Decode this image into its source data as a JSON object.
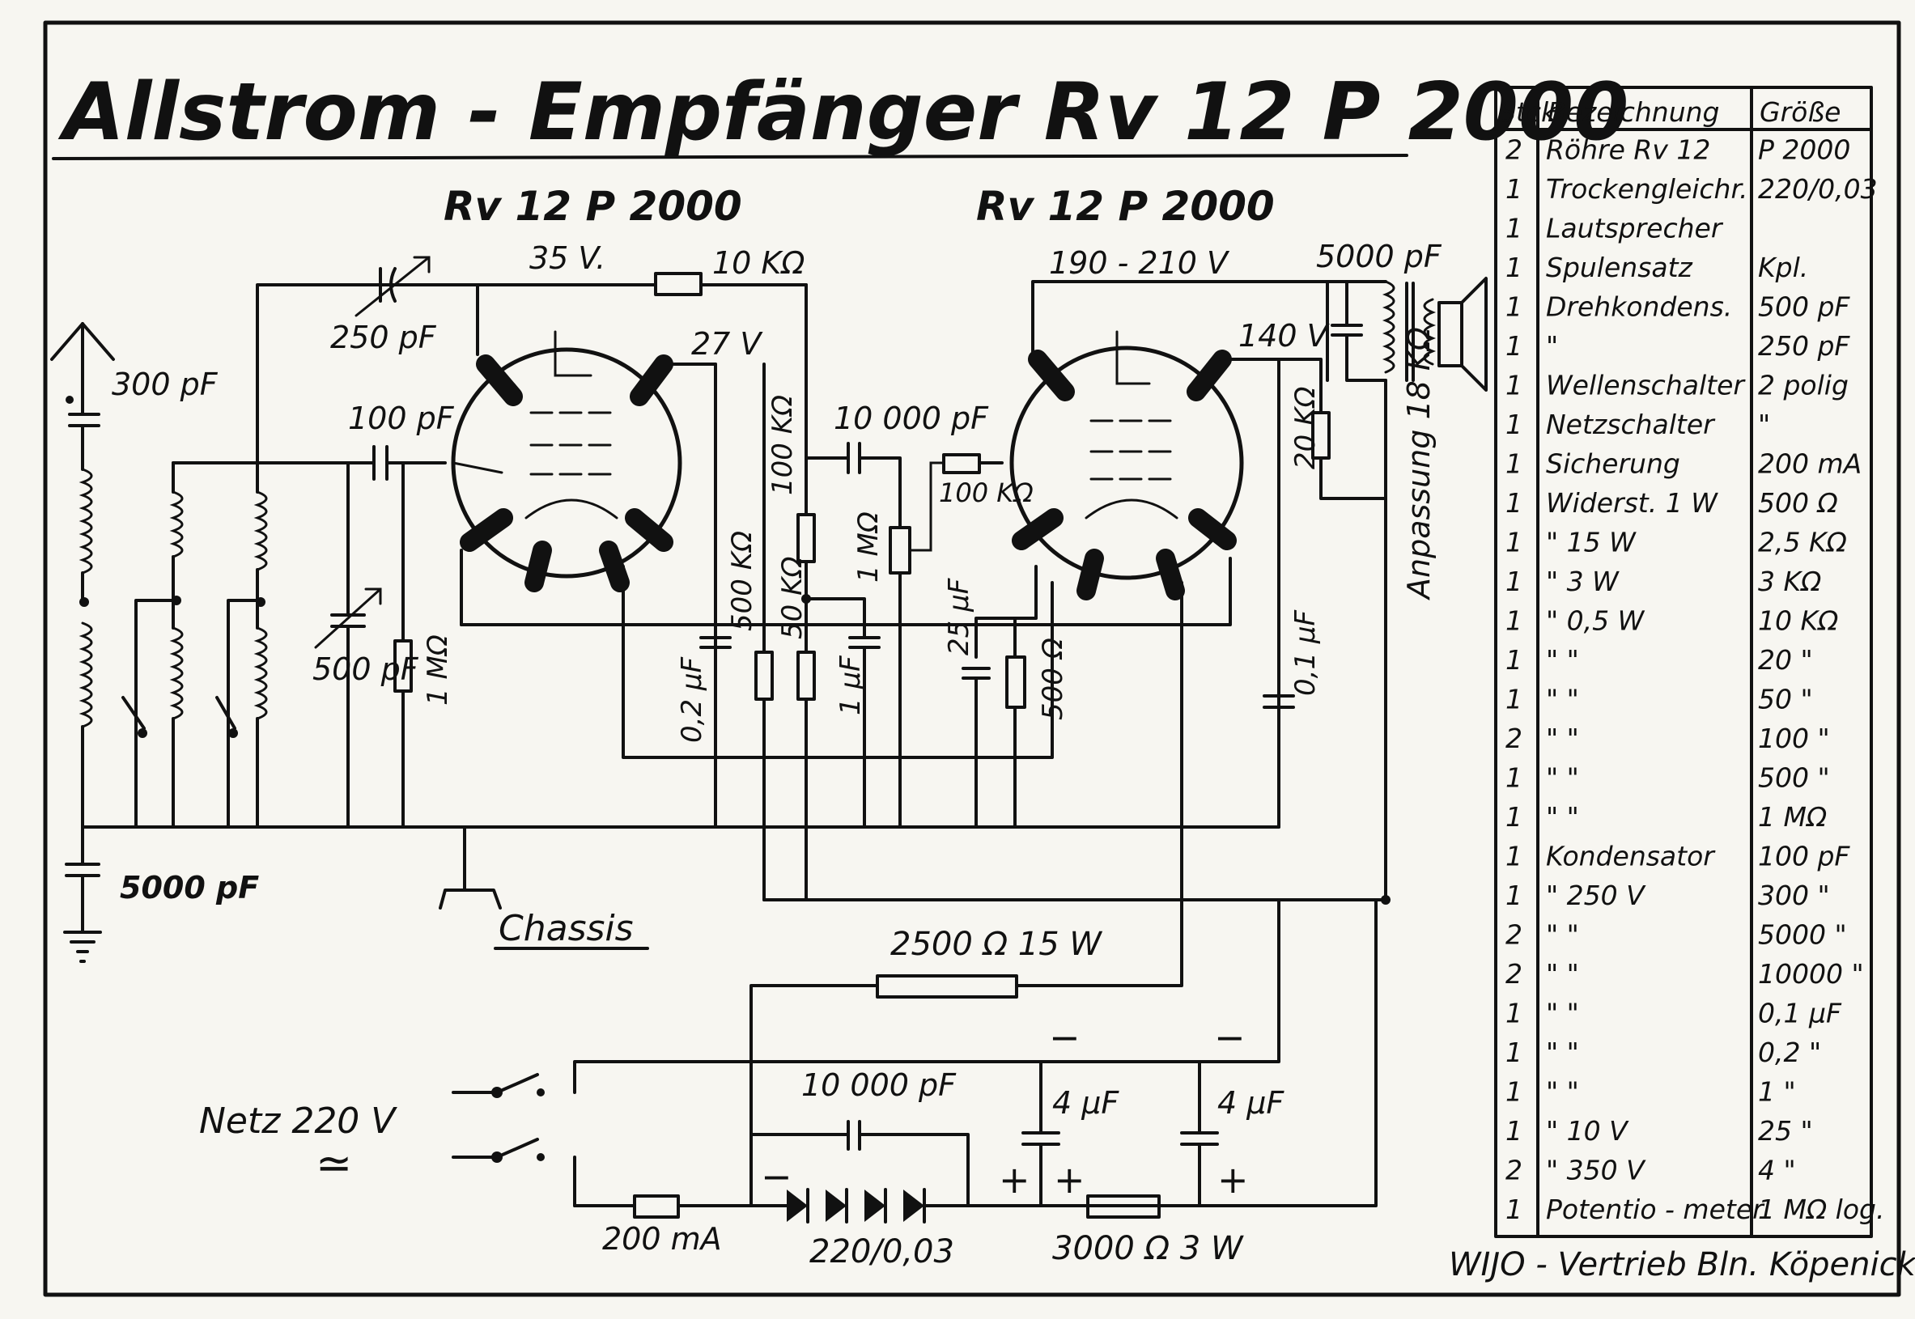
{
  "title": "Allstrom - Empfänger Rv 12 P 2000",
  "tubes": [
    {
      "label": "Rv 12 P 2000",
      "anode_voltage": "35 V.",
      "screen_voltage": "27 V"
    },
    {
      "label": "Rv 12 P 2000",
      "anode_voltage": "190 - 210 V",
      "screen_voltage": "140 V"
    }
  ],
  "components": {
    "antenna_cap": "300 pF",
    "tune_cap": "250 pF",
    "grid_cap": "100 pF",
    "tank_cap": "500 pF",
    "grid_leak": "1 MΩ",
    "anode_res": "10 KΩ",
    "screen_res1": "500 KΩ",
    "screen_res2": "100 KΩ",
    "decouple_res": "50 KΩ",
    "screen_cap": "0,2 µF",
    "couple_cap": "10 000 pF",
    "volume_pot": "1 MΩ",
    "grid_stop": "100 KΩ",
    "bypass_cap": "1 µF",
    "cathode_cap": "25 µF",
    "cathode_res": "500 Ω",
    "screen_res3": "20 KΩ",
    "screen_cap2": "0,1 µF",
    "output_cap": "5000 pF",
    "matching": "Anpassung 18 KΩ",
    "ground_cap": "5000 pF",
    "chassis": "Chassis",
    "heater_res": "2500 Ω 15 W",
    "mains": "Netz 220 V",
    "mains_symbol": "≃",
    "rect_cap": "10 000 pF",
    "filter_cap1": "4 µF",
    "filter_cap2": "4 µF",
    "fuse": "200 mA",
    "rectifier": "220/0,03",
    "filter_res": "3000 Ω 3 W",
    "minus": "−",
    "plus": "+"
  },
  "parts_table": {
    "headers": [
      "Stck",
      "Bezeichnung",
      "Größe"
    ],
    "rows": [
      [
        "2",
        "Röhre Rv 12",
        "P 2000"
      ],
      [
        "1",
        "Trockengleichr.",
        "220/0,03"
      ],
      [
        "1",
        "Lautsprecher",
        ""
      ],
      [
        "1",
        "Spulensatz",
        "Kpl."
      ],
      [
        "1",
        "Drehkondens.",
        "500 pF"
      ],
      [
        "1",
        "\"",
        "250 pF"
      ],
      [
        "1",
        "Wellenschalter",
        "2 polig"
      ],
      [
        "1",
        "Netzschalter",
        "\""
      ],
      [
        "1",
        "Sicherung",
        "200 mA"
      ],
      [
        "1",
        "Widerst. 1 W",
        "500 Ω"
      ],
      [
        "1",
        "\" 15 W",
        "2,5 KΩ"
      ],
      [
        "1",
        "\" 3 W",
        "3 KΩ"
      ],
      [
        "1",
        "\" 0,5 W",
        "10 KΩ"
      ],
      [
        "1",
        "\" \"",
        "20 \""
      ],
      [
        "1",
        "\" \"",
        "50 \""
      ],
      [
        "2",
        "\" \"",
        "100 \""
      ],
      [
        "1",
        "\" \"",
        "500 \""
      ],
      [
        "1",
        "\" \"",
        "1 MΩ"
      ],
      [
        "1",
        "Kondensator",
        "100 pF"
      ],
      [
        "1",
        "\" 250 V",
        "300 \""
      ],
      [
        "2",
        "\" \"",
        "5000 \""
      ],
      [
        "2",
        "\" \"",
        "10000 \""
      ],
      [
        "1",
        "\" \"",
        "0,1 µF"
      ],
      [
        "1",
        "\" \"",
        "0,2 \""
      ],
      [
        "1",
        "\" \"",
        "1 \""
      ],
      [
        "1",
        "\" 10 V",
        "25 \""
      ],
      [
        "2",
        "\" 350 V",
        "4 \""
      ],
      [
        "1",
        "Potentio - meter",
        "1 MΩ log."
      ]
    ]
  },
  "footer": "WIJO - Vertrieb Bln. Köpenick"
}
